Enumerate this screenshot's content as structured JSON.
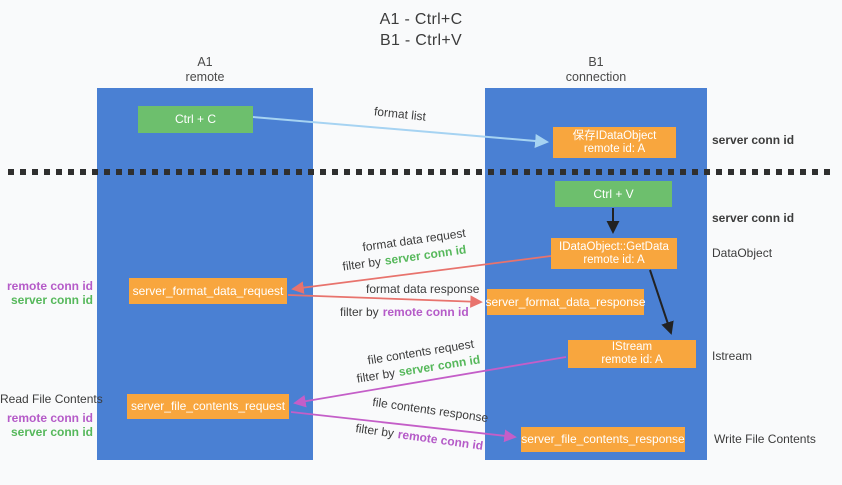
{
  "title": {
    "line1": "A1 - Ctrl+C",
    "line2": "B1 - Ctrl+V"
  },
  "columns": {
    "left": {
      "title": "A1",
      "subtitle": "remote"
    },
    "right": {
      "title": "B1",
      "subtitle": "connection"
    }
  },
  "boxes": {
    "ctrl_c": {
      "label": "Ctrl + C"
    },
    "save_dataobj": {
      "line1": "保存IDataObject",
      "line2": "remote id: A"
    },
    "ctrl_v": {
      "label": "Ctrl + V"
    },
    "getdata": {
      "line1": "IDataObject::GetData",
      "line2": "remote id: A"
    },
    "format_request": {
      "label": "server_format_data_request"
    },
    "format_response": {
      "label": "server_format_data_response"
    },
    "istream": {
      "line1": "IStream",
      "line2": "remote id: A"
    },
    "file_request": {
      "label": "server_file_contents_request"
    },
    "file_response": {
      "label": "server_file_contents_response"
    }
  },
  "annotations": {
    "format_list": "format list",
    "format_data_request": "format data request",
    "format_data_response": "format data response",
    "file_contents_request": "file contents request",
    "file_contents_response": "file contents response",
    "filter_by": "filter by",
    "server_conn_id": "server conn id",
    "remote_conn_id": "remote conn id"
  },
  "side_labels": {
    "data_object": "DataObject",
    "istream": "Istream",
    "write_file_contents": "Write File Contents",
    "read_file_contents": "Read File Contents"
  },
  "colors": {
    "column_blue": "#4a80d3",
    "box_green": "#6dbf6d",
    "box_orange": "#f8a63e",
    "arrow_blue": "#a6d3f2",
    "arrow_salmon": "#e8736d",
    "arrow_purple": "#c45ec8",
    "arrow_black": "#222222",
    "label_green": "#56b85b",
    "label_purple": "#b55bc8",
    "dotted": "#2f2f2f",
    "text_dark": "#3c3c3c",
    "bg": "#f9fafb"
  }
}
